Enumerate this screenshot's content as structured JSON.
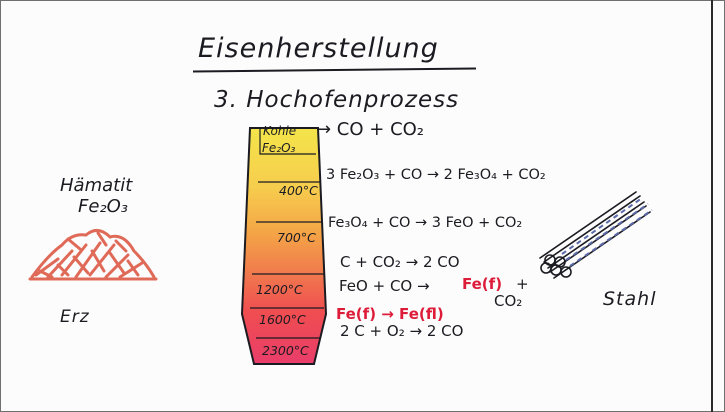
{
  "title": "Eisenherstellung",
  "subtitle": "3. Hochofenprozess",
  "ore": {
    "name": "Hämatit",
    "formula": "Fe₂O₃",
    "label": "Erz"
  },
  "steel": {
    "label": "Stahl"
  },
  "furnace": {
    "top_label": "Kohle",
    "ore_input": "Fe₂O₃",
    "temperatures": [
      "400°C",
      "700°C",
      "1200°C",
      "1600°C",
      "2300°C"
    ]
  },
  "equations": [
    {
      "text": "→ CO + CO₂",
      "color": "#1b1b22"
    },
    {
      "text": "3 Fe₂O₃ + CO → 2 Fe₃O₄ + CO₂",
      "color": "#1b1b22"
    },
    {
      "text": "Fe₃O₄ + CO → 3 FeO + CO₂",
      "color": "#1b1b22"
    },
    {
      "text": "C + CO₂ → 2 CO",
      "color": "#1b1b22"
    },
    {
      "text": "FeO + CO →",
      "color": "#1b1b22"
    },
    {
      "text": "Fe(f)",
      "color": "#dd1c3a"
    },
    {
      "text": "+",
      "color": "#1b1b22"
    },
    {
      "text": "CO₂",
      "color": "#1b1b22"
    },
    {
      "text": "Fe(f) → Fe(fl)",
      "color": "#dd1c3a"
    },
    {
      "text": "2 C + O₂ → 2 CO",
      "color": "#1b1b22"
    }
  ],
  "colors": {
    "furnace_top": "#f3e236",
    "furnace_mid": "#f39a32",
    "furnace_low": "#ee3a3d",
    "furnace_bottom": "#e7285a",
    "ink": "#1b1b22",
    "accent_red": "#dd1c3a",
    "ore": "#e06a58",
    "steel_blue": "#5b6aa8"
  }
}
